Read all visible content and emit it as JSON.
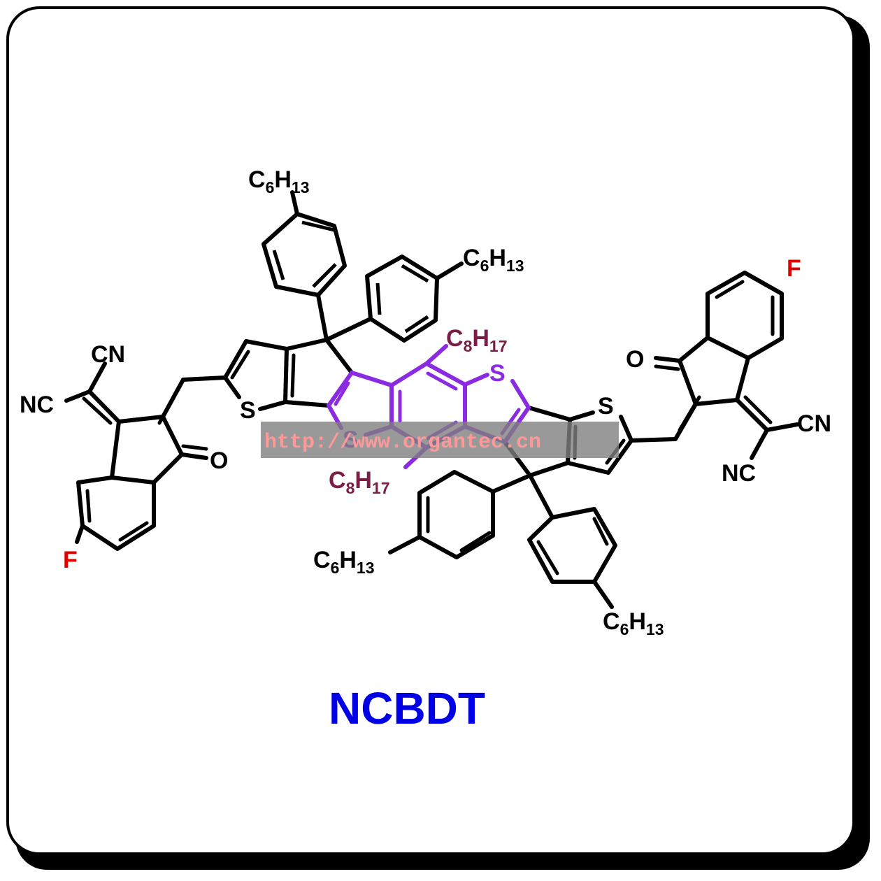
{
  "title": "NCBDT",
  "watermark": "http://www.organtec.cn",
  "labels": {
    "sulfur": "S",
    "oxygen": "O",
    "fluorine": "F",
    "cyano": "CN",
    "cyano_rev": "NC",
    "alkyl_hexyl_base": "C",
    "alkyl_hexyl_h": "H",
    "alkyl_hexyl_sub1": "6",
    "alkyl_hexyl_sub2": "13",
    "alkyl_octyl_sub1": "8",
    "alkyl_octyl_sub2": "17"
  },
  "colors": {
    "bond": "#000000",
    "core": "#8a2be2",
    "octyl": "#7b1e45",
    "fluorine": "#e00000",
    "title": "#0000e6",
    "watermark_bg": "#808080",
    "watermark_text": "#ff9999",
    "frame_shadow": "#000000"
  }
}
